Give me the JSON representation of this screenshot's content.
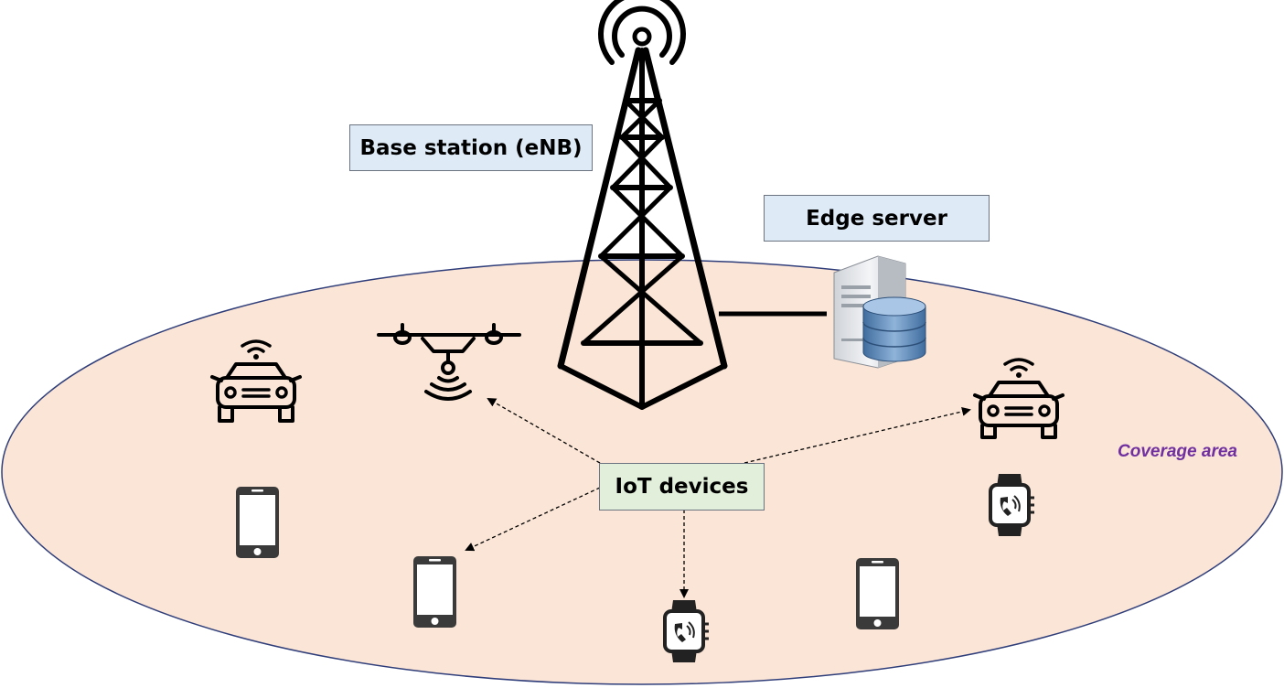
{
  "labels": {
    "base_station": "Base station (eNB)",
    "edge_server": "Edge server",
    "iot_devices": "IoT devices",
    "coverage_area": "Coverage area"
  },
  "colors": {
    "coverage_fill": "#fbe5d6",
    "coverage_stroke": "#2f3e7a",
    "label_blue_bg": "#deebf7",
    "label_green_bg": "#e2efda",
    "coverage_text": "#7030a0"
  },
  "icons": [
    "cell-tower-icon",
    "server-database-icon",
    "drone-icon",
    "car-icon",
    "smartphone-icon",
    "smartwatch-icon"
  ]
}
